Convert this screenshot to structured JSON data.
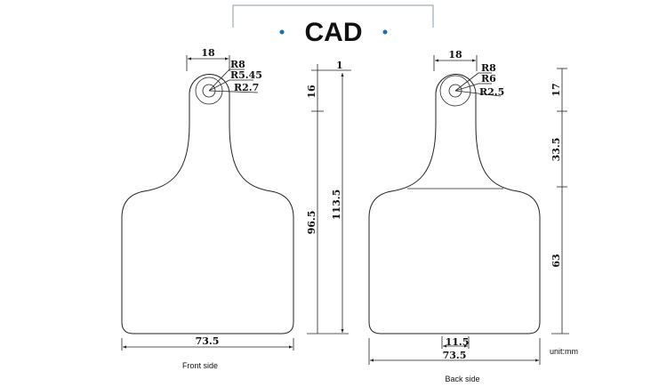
{
  "title": "CAD",
  "accent_color": "#1a6fb3",
  "front": {
    "caption": "Front side",
    "width_top": "18",
    "radius_outer": "R8",
    "radius_mid": "R5.45",
    "radius_inner": "R2.7",
    "offset": "1",
    "neck_height": "16",
    "body_height": "96.5",
    "total_height": "113.5",
    "width": "73.5"
  },
  "back": {
    "caption": "Back side",
    "width_top": "18",
    "radius_outer": "R8",
    "radius_mid": "R6",
    "radius_inner": "R2.5",
    "neck_height": "17",
    "mid_height": "33.5",
    "body_height": "63",
    "slot_width": "11.5",
    "width": "73.5"
  },
  "unit": "unit:mm"
}
